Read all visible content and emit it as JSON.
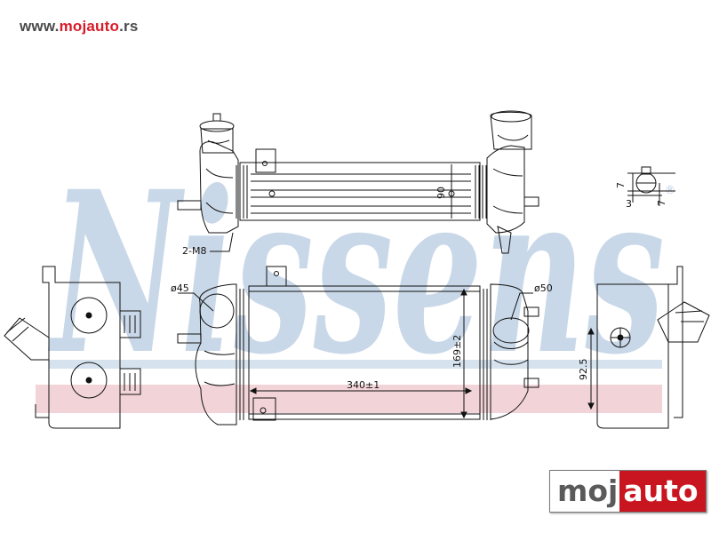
{
  "site_url": {
    "prefix": "www.",
    "brand": "mojauto",
    "suffix": ".rs"
  },
  "watermark": {
    "text": "Nissens",
    "registered_mark": "®"
  },
  "dimensions": {
    "mount_bolts": "2-M8",
    "height_top": "90",
    "inlet_diameter": "ø45",
    "outlet_diameter": "ø50",
    "core_width": "340±1",
    "core_height": "169±2",
    "side_depth": "92.5",
    "detail_a": "7",
    "detail_b": "3",
    "detail_c": "7"
  },
  "logo": {
    "part_a": "moj",
    "part_b": "auto"
  },
  "colors": {
    "watermark_blue": "#c9d8e8",
    "watermark_pink": "#f2d4d8",
    "brand_red": "#c8151f"
  }
}
